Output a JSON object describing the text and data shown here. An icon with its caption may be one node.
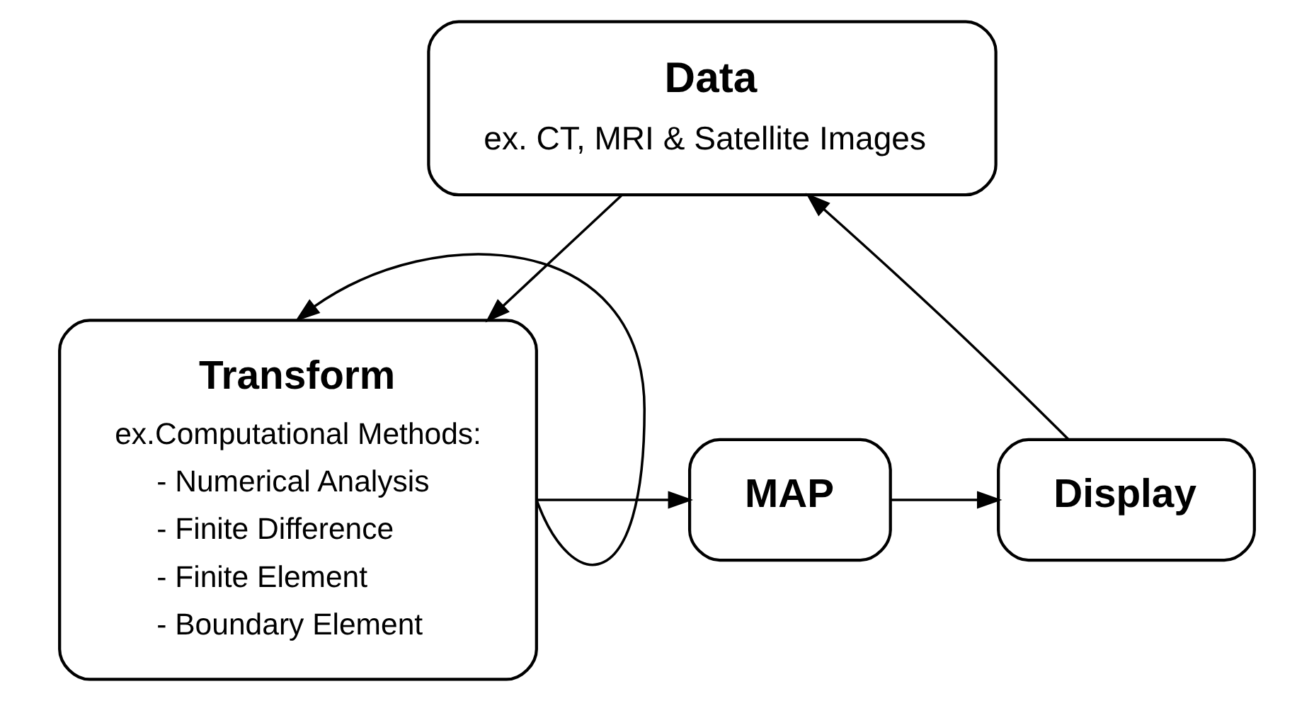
{
  "diagram": {
    "nodes": [
      {
        "text": [
          "Data",
          "ex. CT, MRI & Satellite Images"
        ]
      },
      {
        "text": [
          "Transform",
          "ex.Computational Methods:",
          "- Numerical Analysis",
          "- Finite Difference",
          "- Finite Element",
          "- Boundary Element"
        ]
      },
      {
        "text": [
          "MAP"
        ]
      },
      {
        "text": [
          "Display"
        ]
      }
    ],
    "edges": [
      {
        "from": 0,
        "to": 1,
        "arrow": "to"
      },
      {
        "from": 1,
        "to": 2,
        "arrow": "to"
      },
      {
        "from": 1,
        "to": 1,
        "arrow": "to"
      },
      {
        "from": 2,
        "to": 3,
        "arrow": "to"
      },
      {
        "from": 3,
        "to": 0,
        "arrow": "to"
      }
    ]
  }
}
